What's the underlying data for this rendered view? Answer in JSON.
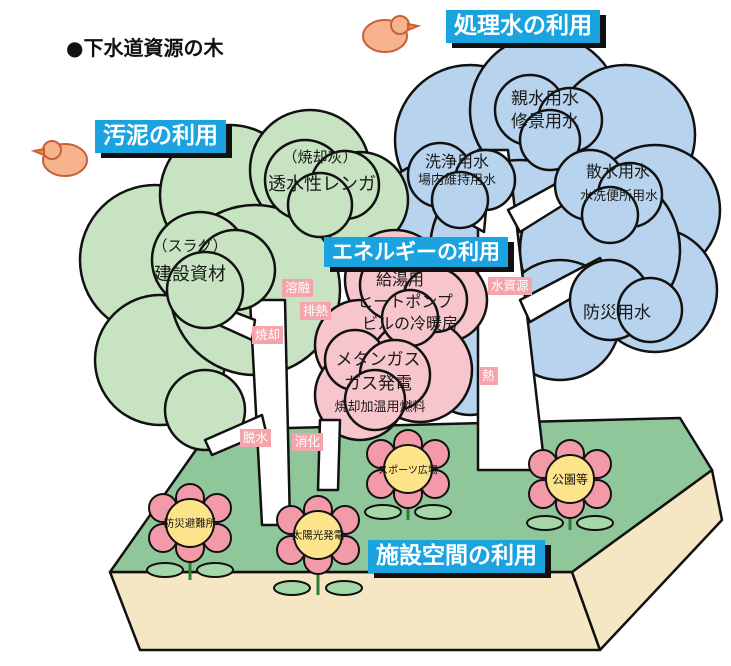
{
  "title": "●下水道資源の木",
  "headers": {
    "treated_water": "処理水の利用",
    "sludge": "汚泥の利用",
    "energy": "エネルギーの利用",
    "facility_space": "施設空間の利用"
  },
  "sludge_tree": {
    "ash_label": "（焼却灰）",
    "ash_use": "透水性レンガ",
    "slag_label": "（スラグ）",
    "slag_use": "建設資材"
  },
  "water_tree": {
    "c1": [
      "親水用水",
      "修景用水"
    ],
    "c2": [
      "洗浄用水",
      "場内維持用水"
    ],
    "c3": [
      "散水用水",
      "水洗便所用水"
    ],
    "c4": "防災用水"
  },
  "energy_tree": {
    "c1": [
      "給湯用",
      "ヒートポンプ",
      "ビルの冷暖房"
    ],
    "c2": [
      "メタンガス",
      "ガス発電",
      "焼却加温用燃料"
    ]
  },
  "process_tags": {
    "melting": "溶融",
    "exhaust_heat": "排熱",
    "incineration": "焼却",
    "water_resource": "水資源",
    "heat": "熱",
    "dewatering": "脱水",
    "digestion": "消化"
  },
  "flowers": {
    "f1": "防災避難所",
    "f2": "太陽光発電",
    "f3": "スポーツ広場",
    "f4": "公園等"
  },
  "colors": {
    "header_bg": "#1ba3e0",
    "water_canopy": "#b7d3ed",
    "sludge_canopy": "#c7e3c1",
    "energy_canopy": "#f7c6cd",
    "tag_bg": "#f4a4aa",
    "grass": "#8fc79a",
    "soil": "#f6e7c4",
    "flower_petal": "#f29aa8",
    "flower_center": "#fde48a"
  }
}
